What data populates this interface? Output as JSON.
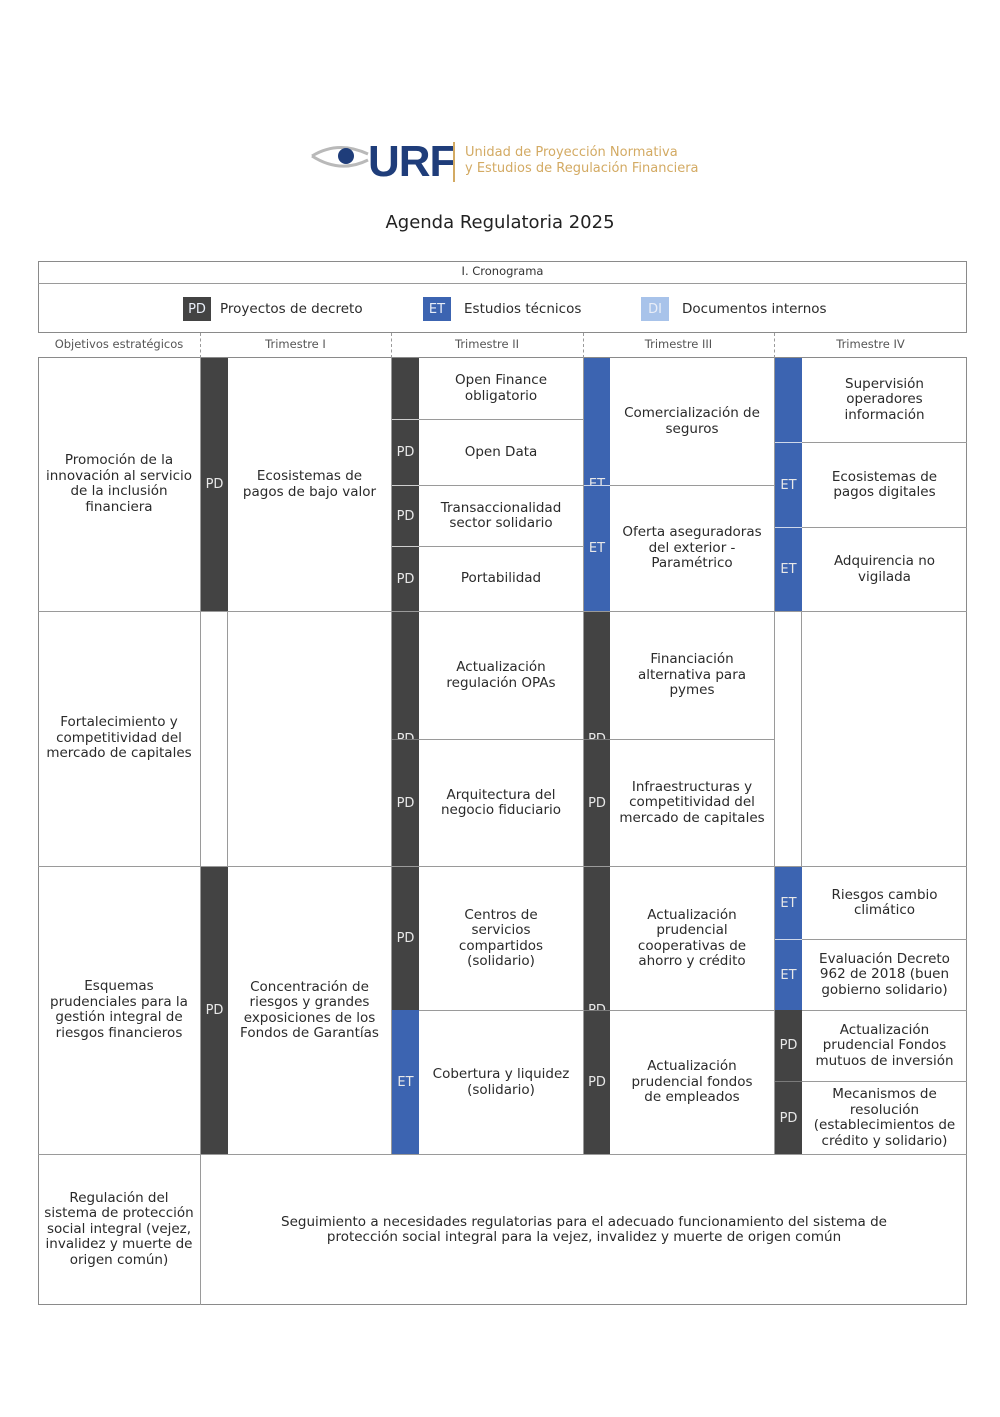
{
  "header": {
    "logo_text": "URF",
    "org_line1": "Unidad de Proyección Normativa",
    "org_line2": "y Estudios de Regulación Financiera",
    "title": "Agenda Regulatoria 2025",
    "section": "I. Cronograma"
  },
  "colors": {
    "pd": "#434343",
    "et": "#3c64b1",
    "di": "#a8c3ea",
    "logo_navy": "#1f3d7a",
    "logo_gold": "#d3aa63"
  },
  "legend": [
    {
      "code": "PD",
      "label": "Proyectos de decreto"
    },
    {
      "code": "ET",
      "label": "Estudios técnicos"
    },
    {
      "code": "DI",
      "label": "Documentos internos"
    }
  ],
  "columns": [
    "Objetivos estratégicos",
    "Trimestre I",
    "Trimestre II",
    "Trimestre III",
    "Trimestre IV"
  ],
  "objectives": [
    "Promoción de la innovación al servicio de la inclusión financiera",
    "Fortalecimiento y competitividad del mercado de capitales",
    "Esquemas prudenciales para la gestión integral de riesgos financieros",
    "Regulación del sistema de protección social integral (vejez, invalidez y muerte de origen común)"
  ],
  "items": {
    "r1_t1": {
      "tag": "PD",
      "text": "Ecosistemas de pagos de bajo valor"
    },
    "r1_t2a": {
      "tag": "PD",
      "text": "Open Finance obligatorio"
    },
    "r1_t2b": {
      "tag": "PD",
      "text": "Open Data"
    },
    "r1_t2c": {
      "tag": "PD",
      "text": "Transaccionalidad sector solidario"
    },
    "r1_t2d": {
      "tag": "PD",
      "text": "Portabilidad"
    },
    "r1_t3a": {
      "tag": "ET",
      "text": "Comercialización de seguros"
    },
    "r1_t3b": {
      "tag": "ET",
      "text": "Oferta aseguradoras del exterior - Paramétrico"
    },
    "r1_t4a": {
      "tag": "ET",
      "text": "Supervisión operadores información"
    },
    "r1_t4b": {
      "tag": "ET",
      "text": "Ecosistemas de pagos digitales"
    },
    "r1_t4c": {
      "tag": "ET",
      "text": "Adquirencia no vigilada"
    },
    "r2_t2a": {
      "tag": "PD",
      "text": "Actualización regulación OPAs"
    },
    "r2_t2b": {
      "tag": "PD",
      "text": "Arquitectura del negocio fiduciario"
    },
    "r2_t3a": {
      "tag": "PD",
      "text": "Financiación alternativa para pymes"
    },
    "r2_t3b": {
      "tag": "PD",
      "text": "Infraestructuras y competitividad del mercado de capitales"
    },
    "r3_t1": {
      "tag": "PD",
      "text": "Concentración de riesgos y grandes exposiciones de los Fondos de Garantías"
    },
    "r3_t2a": {
      "tag": "PD",
      "text": "Centros de servicios compartidos (solidario)"
    },
    "r3_t2b": {
      "tag": "ET",
      "text": "Cobertura y liquidez (solidario)"
    },
    "r3_t3a": {
      "tag": "PD",
      "text": "Actualización prudencial cooperativas de ahorro y crédito"
    },
    "r3_t3b": {
      "tag": "PD",
      "text": "Actualización prudencial fondos de empleados"
    },
    "r3_t4a": {
      "tag": "ET",
      "text": "Riesgos cambio climático"
    },
    "r3_t4b": {
      "tag": "ET",
      "text": "Evaluación Decreto 962 de 2018 (buen gobierno solidario)"
    },
    "r3_t4c": {
      "tag": "PD",
      "text": "Actualización prudencial Fondos mutuos de inversión"
    },
    "r3_t4d": {
      "tag": "PD",
      "text": "Mecanismos de resolución (establecimientos de crédito y solidario)"
    },
    "r4_all": {
      "text": "Seguimiento a necesidades regulatorias para el adecuado funcionamiento del sistema de protección social integral para la vejez, invalidez y muerte de origen común"
    }
  }
}
